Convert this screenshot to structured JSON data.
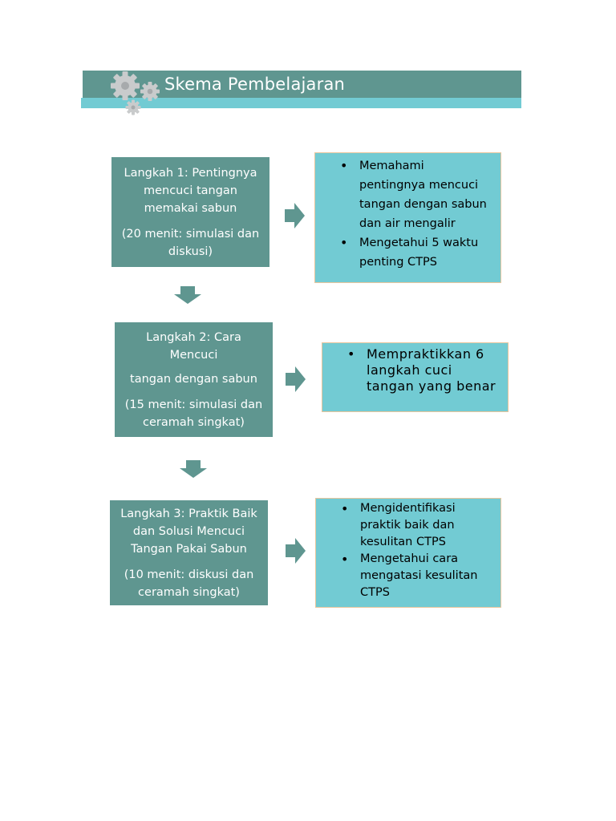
{
  "header": {
    "title": "Skema Pembelajaran",
    "icon": "gears-icon"
  },
  "colors": {
    "teal_dark": "#5f9690",
    "teal_light": "#72cbd3",
    "outcome_border": "#e8c59c",
    "gear": "#c9cbcc"
  },
  "steps": [
    {
      "title_lines": [
        "Langkah 1: Pentingnya",
        "mencuci tangan",
        "memakai sabun"
      ],
      "duration_lines": [
        "(20 menit: simulasi dan",
        "diskusi)"
      ],
      "outcomes": [
        "Memahami pentingnya mencuci tangan dengan sabun dan air mengalir",
        "Mengetahui 5 waktu penting CTPS"
      ]
    },
    {
      "title_lines": [
        "Langkah 2: Cara",
        "Mencuci",
        "tangan dengan sabun"
      ],
      "duration_lines": [
        "(15 menit: simulasi dan",
        "ceramah singkat)"
      ],
      "outcomes": [
        "Mempraktikkan 6 langkah cuci tangan yang benar"
      ]
    },
    {
      "title_lines": [
        "Langkah 3: Praktik Baik",
        "dan Solusi Mencuci",
        "Tangan Pakai Sabun"
      ],
      "duration_lines": [
        "(10 menit: diskusi dan",
        "ceramah singkat)"
      ],
      "outcomes": [
        "Mengidentifikasi praktik  baik  dan kesulitan CTPS",
        "Mengetahui cara mengatasi kesulitan CTPS"
      ]
    }
  ]
}
